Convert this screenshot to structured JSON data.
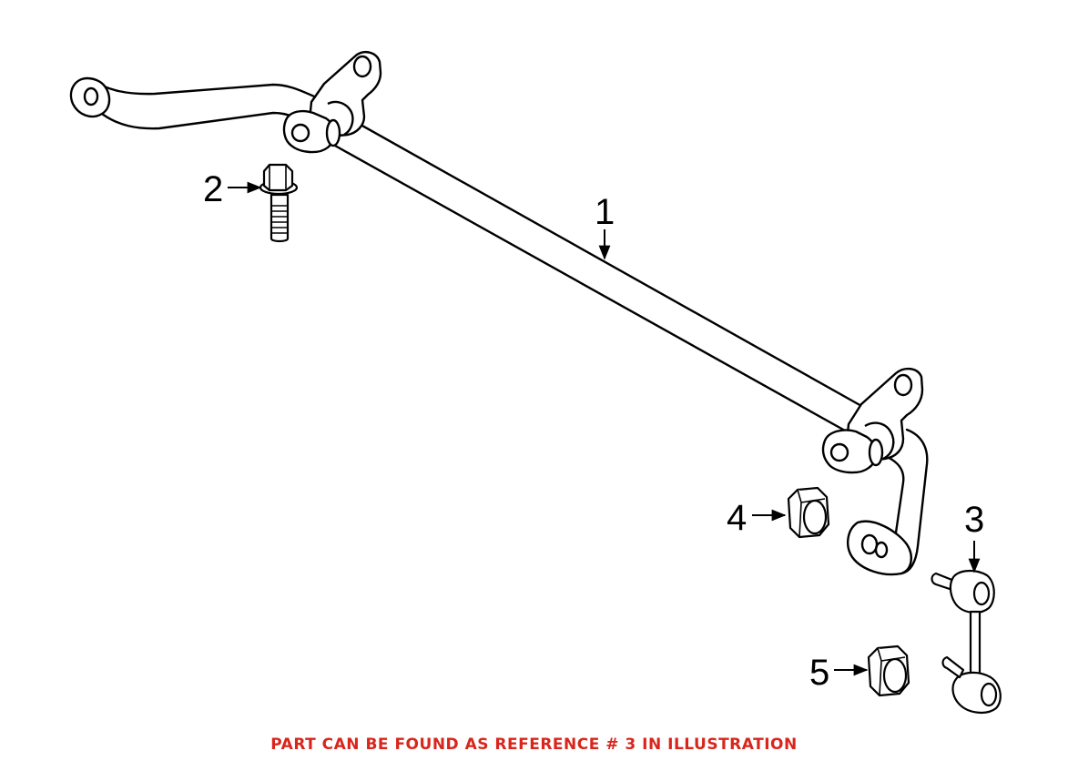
{
  "diagram": {
    "callouts": [
      {
        "id": "1",
        "label": "1"
      },
      {
        "id": "2",
        "label": "2"
      },
      {
        "id": "3",
        "label": "3"
      },
      {
        "id": "4",
        "label": "4"
      },
      {
        "id": "5",
        "label": "5"
      }
    ],
    "parts": [
      {
        "ref": "1",
        "icon": "stabilizer-bar"
      },
      {
        "ref": "2",
        "icon": "flange-bolt"
      },
      {
        "ref": "3",
        "icon": "stabilizer-link"
      },
      {
        "ref": "4",
        "icon": "flange-nut"
      },
      {
        "ref": "5",
        "icon": "flange-nut"
      }
    ]
  },
  "footer": {
    "note": "PART CAN BE FOUND AS REFERENCE # 3 IN ILLUSTRATION",
    "note_color": "#d8261c"
  }
}
